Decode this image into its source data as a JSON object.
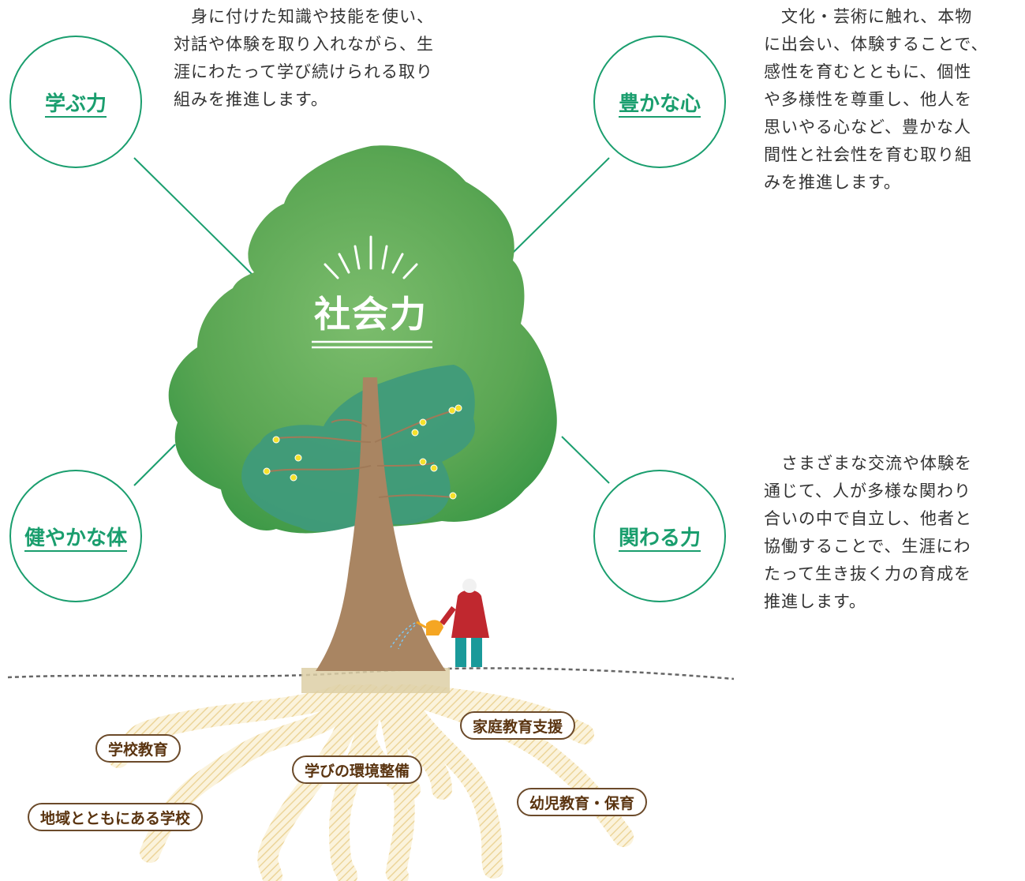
{
  "center": {
    "label": "社会力"
  },
  "powers": [
    {
      "label": "学ぶ力",
      "description": "　身に付けた知識や技能を使い、\n対話や体験を取り入れながら、生\n涯にわたって学び続けられる取り\n組みを推進します。"
    },
    {
      "label": "豊かな心",
      "description": "　文化・芸術に触れ、本物\nに出会い、体験することで、\n感性を育むとともに、個性\nや多様性を尊重し、他人を\n思いやる心など、豊かな人\n間性と社会性を育む取り組\nみを推進します。"
    },
    {
      "label": "健やかな体",
      "description": ""
    },
    {
      "label": "関わる力",
      "description": "　さまざまな交流や体験を\n通じて、人が多様な関わり\n合いの中で自立し、他者と\n協働することで、生涯にわ\nたって生き抜く力の育成を\n推進します。"
    }
  ],
  "roots": [
    {
      "label": "学校教育"
    },
    {
      "label": "学びの環境整備"
    },
    {
      "label": "家庭教育支援"
    },
    {
      "label": "地域とともにある学校"
    },
    {
      "label": "幼児教育・保育"
    }
  ],
  "colors": {
    "accent": "#1a9e6e",
    "leaf": "#5fa95a",
    "innerLeaf": "#3f9a7c",
    "trunk": "#a98562",
    "root": "#f2dfae",
    "tagBorder": "#6b4a2a"
  }
}
